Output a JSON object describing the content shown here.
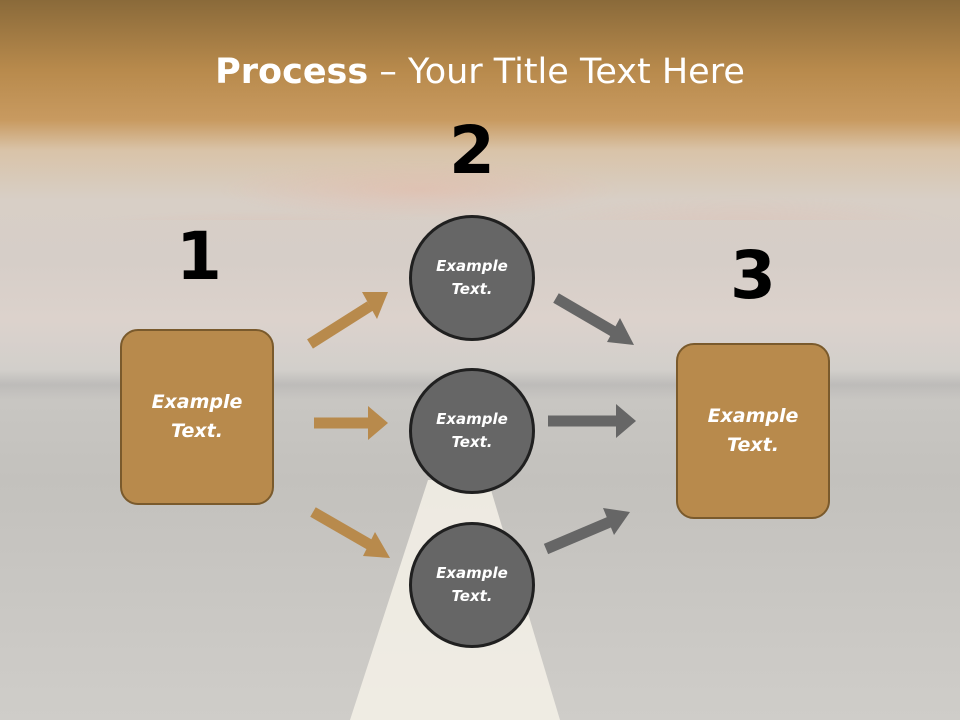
{
  "title": {
    "bold": "Process",
    "rest": " – Your Title Text Here"
  },
  "steps": [
    {
      "number": "1"
    },
    {
      "number": "2"
    },
    {
      "number": "3"
    }
  ],
  "left_box": {
    "text": "Example Text."
  },
  "right_box": {
    "text": "Example Text."
  },
  "circles": [
    {
      "text": "Example Text."
    },
    {
      "text": "Example Text."
    },
    {
      "text": "Example Text."
    }
  ],
  "colors": {
    "box_fill": "#b88a4c",
    "box_border": "#7a5a2c",
    "circle_fill": "#666666",
    "circle_border": "#202020",
    "arrow_left": "#b88a4c",
    "arrow_right": "#666666"
  }
}
